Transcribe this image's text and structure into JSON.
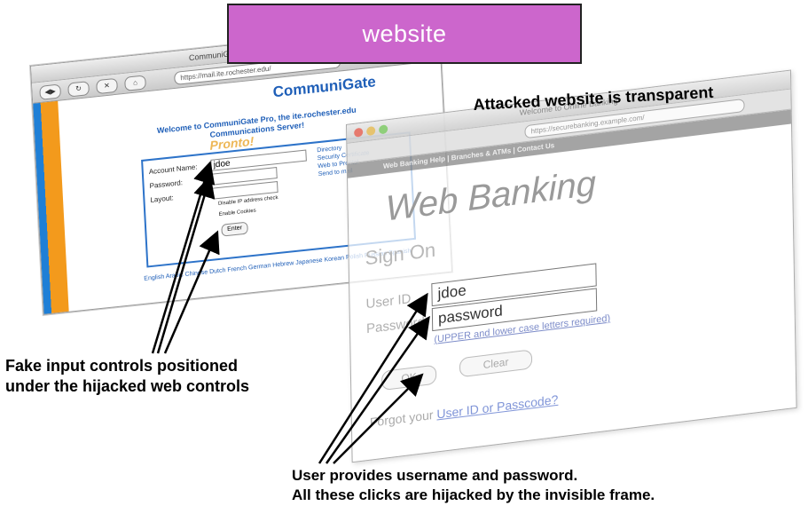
{
  "banner": {
    "label": "website"
  },
  "back_window": {
    "title": "CommuniGate Pro Sign in",
    "url": "https://mail.ite.rochester.edu/",
    "logo": "CommuniGate",
    "welcome": "Welcome to CommuniGate Pro, the ite.rochester.edu Communications Server!",
    "form": {
      "account_label": "Account Name:",
      "account_value": "jdoe",
      "password_label": "Password:",
      "layout_label": "Layout:",
      "checkbox1": "Disable IP address check",
      "checkbox2": "Enable Cookies",
      "button": "Enter",
      "side_links": [
        "Directory",
        "Security Certificate",
        "Web to Pronto!",
        "Send to mail"
      ]
    },
    "pronto": "Pronto!",
    "footer": "English Arabic Chinese Dutch French German Hebrew Japanese Korean Polish Russian Spanish"
  },
  "front_window": {
    "title": "Welcome to Online Banking",
    "url": "https://securebanking.example.com/",
    "nav": "Web Banking Help | Branches & ATMs | Contact Us",
    "heading": "Web Banking",
    "sign_on": "Sign On",
    "user_id_label": "User ID",
    "user_id_value": "jdoe",
    "password_label": "Password",
    "password_value": "password",
    "password_hint": "(UPPER and lower case letters required)",
    "ok_button": "OK",
    "clear_button": "Clear",
    "forgot_text": "Forgot your",
    "forgot_link": "User ID or Passcode?"
  },
  "captions": {
    "transparent": "Attacked website is transparent",
    "fake_line1": "Fake input controls positioned",
    "fake_line2": "under the hijacked web controls",
    "user_line1": "User provides username and password.",
    "user_line2": "All these clicks are hijacked by the invisible frame."
  }
}
